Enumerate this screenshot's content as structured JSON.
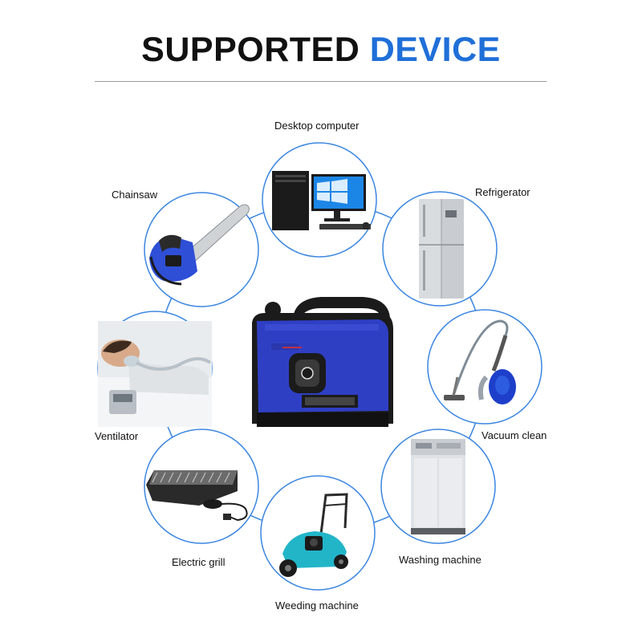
{
  "header": {
    "title_part1": "SUPPORTED ",
    "title_part2": "DEVICE"
  },
  "colors": {
    "accent": "#1f6fd8",
    "ring": "#3b86e0",
    "generator_body": "#2f3fc4"
  },
  "center_product": {
    "name": "inverter-generator"
  },
  "devices": [
    {
      "id": "desktop",
      "label": "Desktop computer"
    },
    {
      "id": "refrigerator",
      "label": "Refrigerator"
    },
    {
      "id": "vacuum",
      "label": "Vacuum clean"
    },
    {
      "id": "washing",
      "label": "Washing machine"
    },
    {
      "id": "weeding",
      "label": "Weeding machine"
    },
    {
      "id": "grill",
      "label": "Electric grill"
    },
    {
      "id": "ventilator",
      "label": "Ventilator"
    },
    {
      "id": "chainsaw",
      "label": "Chainsaw"
    }
  ]
}
